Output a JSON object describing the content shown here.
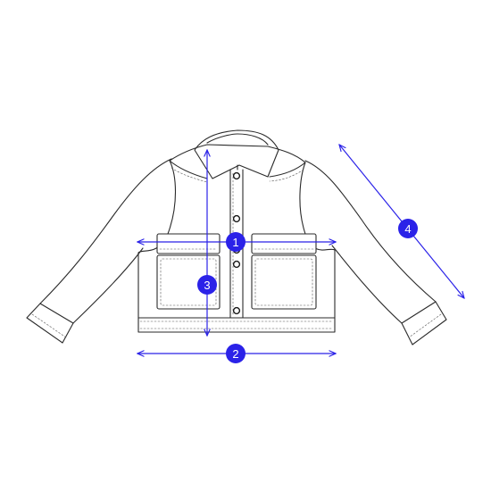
{
  "colors": {
    "measure_accent": "#2b22e8",
    "outline": "#2a2a2a",
    "background": "#ffffff"
  },
  "garment": {
    "type_icon": "jacket-icon",
    "button_count": 5
  },
  "measurements": [
    {
      "id": "chest",
      "label": "1"
    },
    {
      "id": "hem-width",
      "label": "2"
    },
    {
      "id": "length",
      "label": "3"
    },
    {
      "id": "sleeve",
      "label": "4"
    }
  ]
}
